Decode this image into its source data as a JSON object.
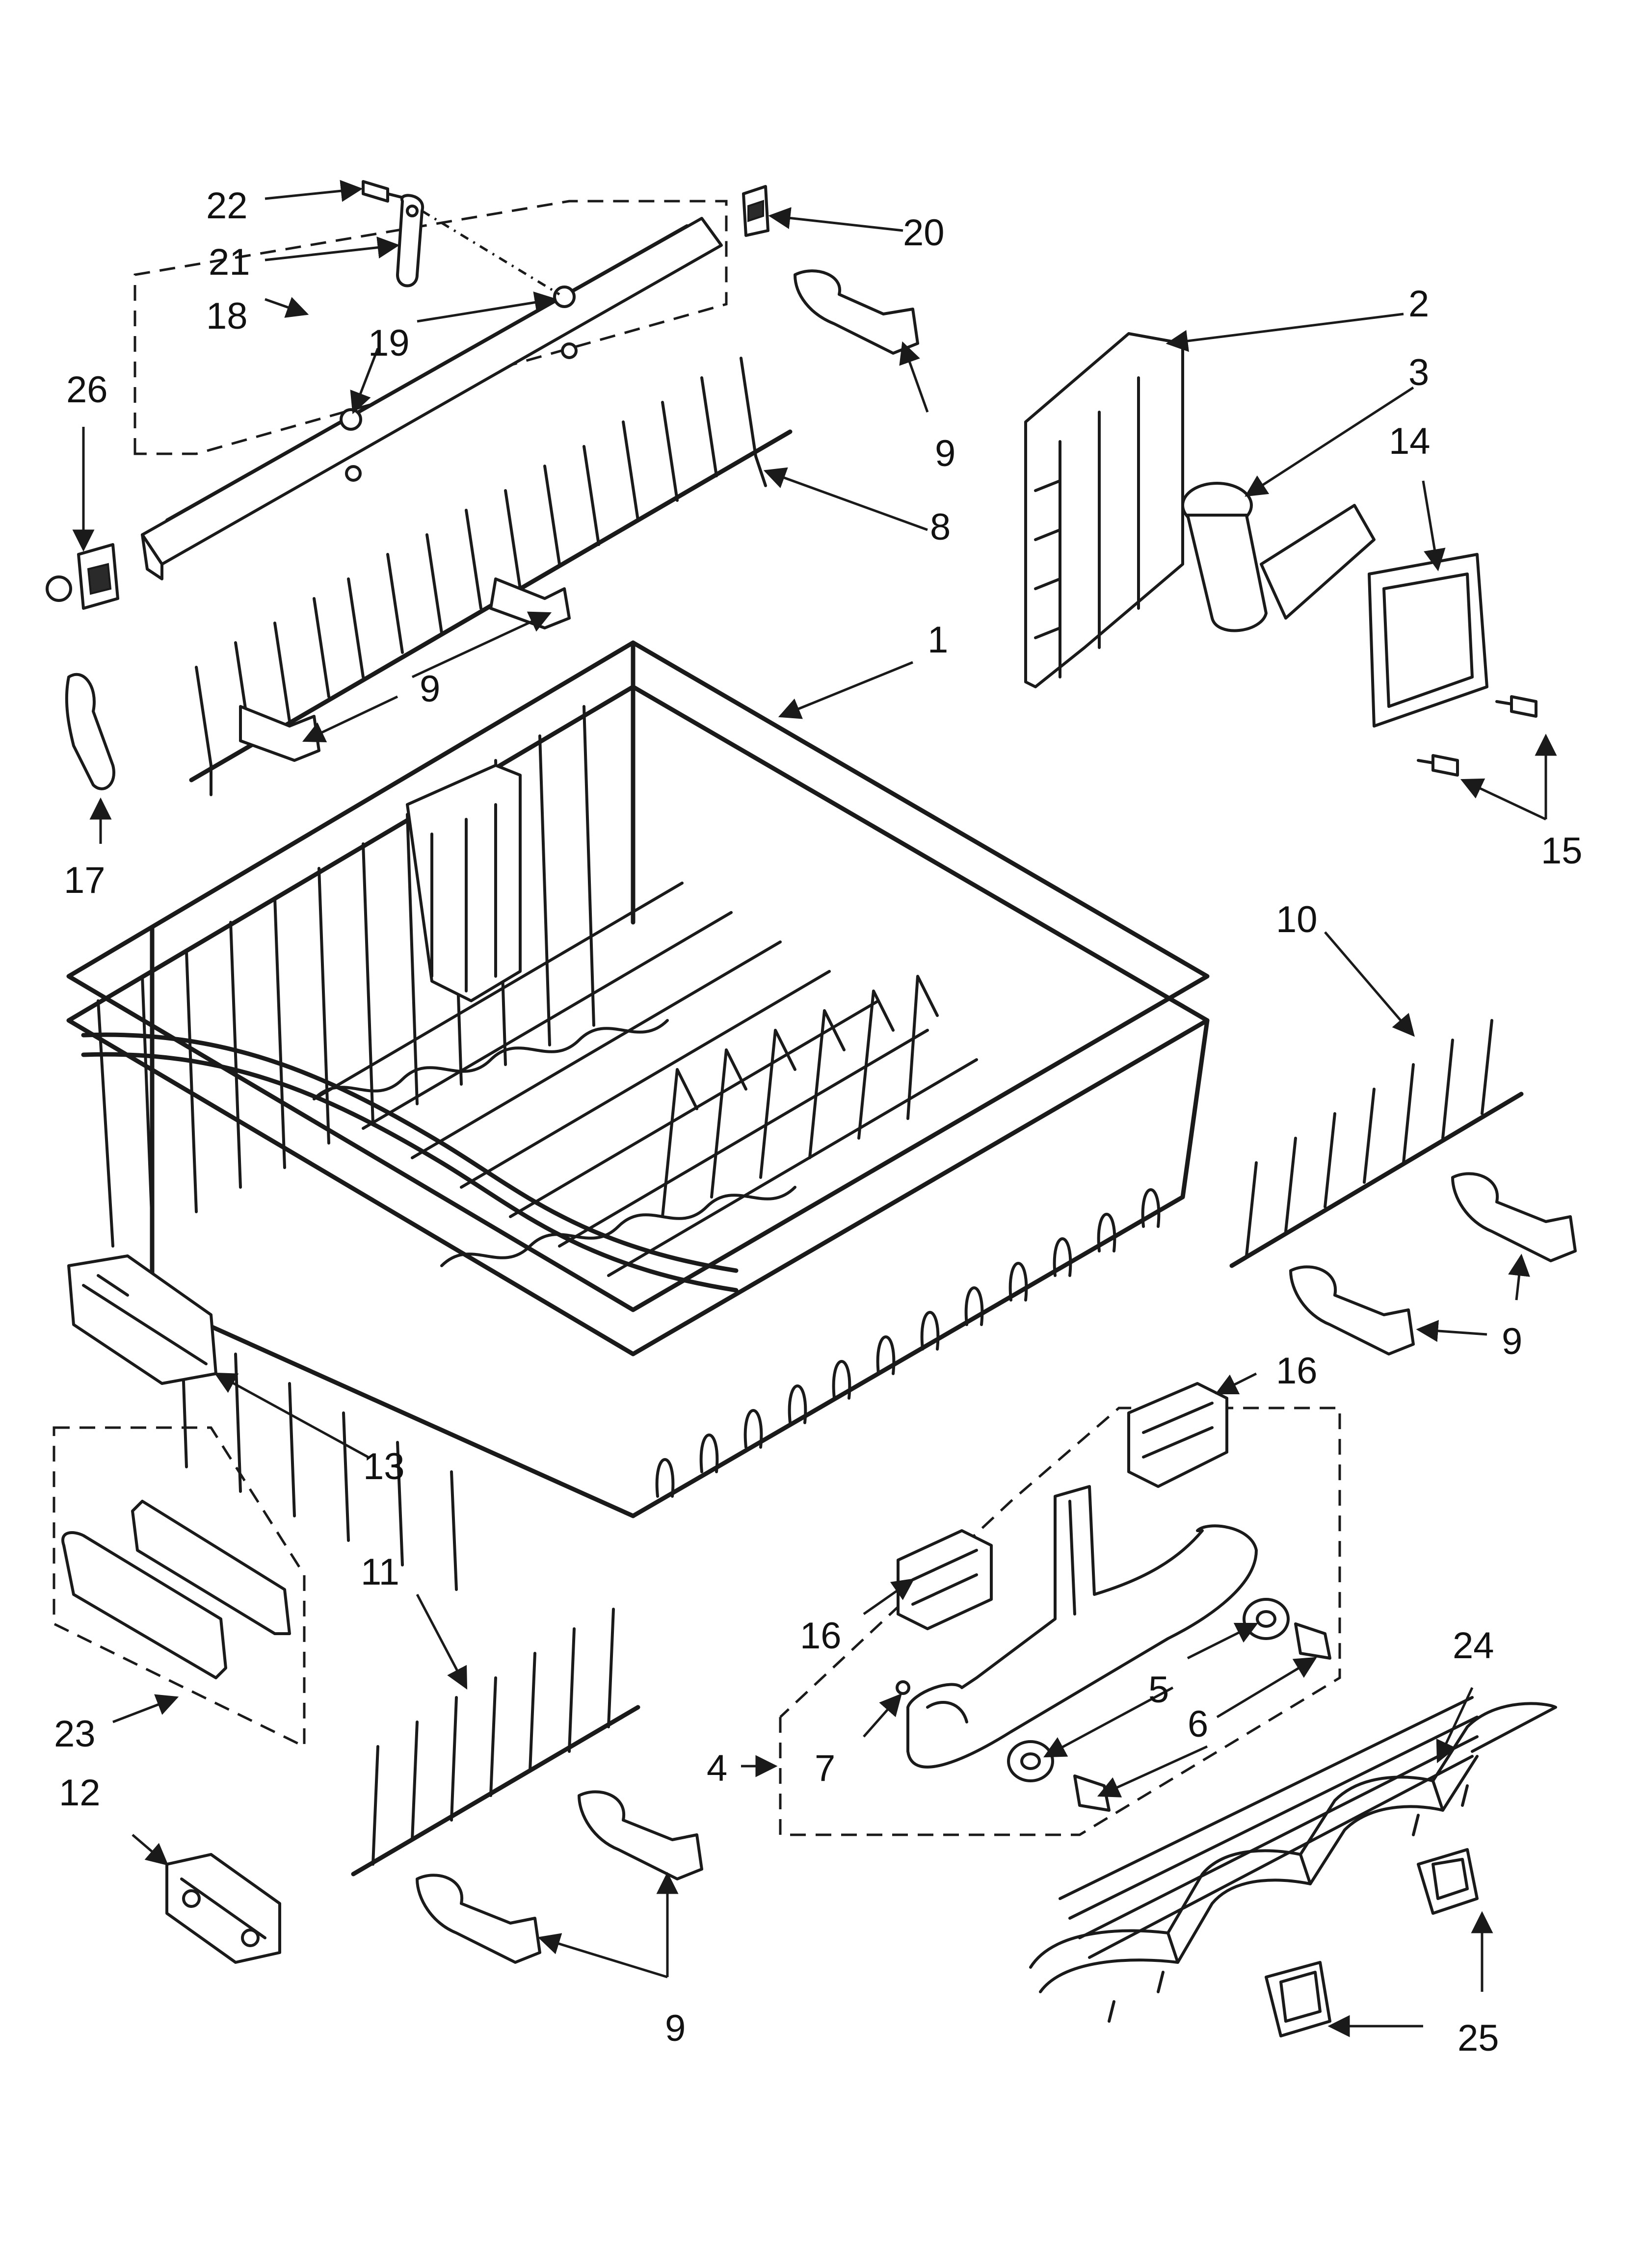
{
  "callouts": {
    "c1": "1",
    "c2": "2",
    "c3": "3",
    "c4": "4",
    "c5": "5",
    "c6": "6",
    "c7": "7",
    "c8": "8",
    "c9a": "9",
    "c9b": "9",
    "c9c": "9",
    "c9d": "9",
    "c10": "10",
    "c11": "11",
    "c12": "12",
    "c13": "13",
    "c14": "14",
    "c15": "15",
    "c16a": "16",
    "c16b": "16",
    "c17": "17",
    "c18": "18",
    "c19": "19",
    "c20": "20",
    "c21": "21",
    "c22": "22",
    "c23": "23",
    "c24": "24",
    "c25": "25",
    "c26": "26"
  }
}
